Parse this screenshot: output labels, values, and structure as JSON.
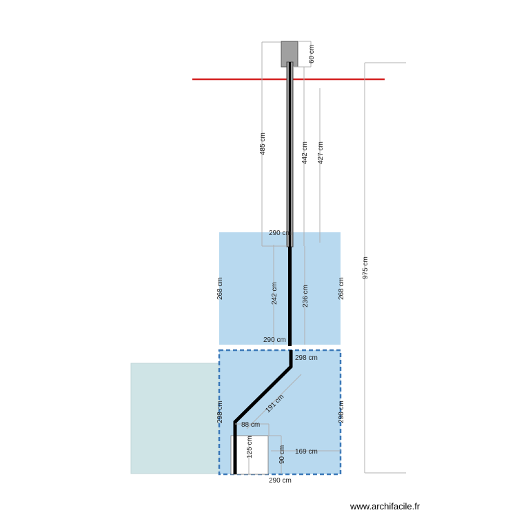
{
  "plan": {
    "colors": {
      "room_blue": "#b8d9ef",
      "room_teal": "#cfe4e6",
      "dashed_border": "#3a78b8",
      "red_line": "#d42020",
      "pipe": "#000000",
      "box": "#a0a0a0"
    },
    "dimensions": {
      "d60": "60 cm",
      "d485": "485 cm",
      "d442": "442 cm",
      "d427": "427 cm",
      "d975": "975 cm",
      "d290_top": "290 cm",
      "d268_left": "268 cm",
      "d268_right": "268 cm",
      "d242": "242 cm",
      "d236": "236 cm",
      "d290_mid": "290 cm",
      "d298_mid": "298 cm",
      "d298_left": "298 cm",
      "d298_right": "298 cm",
      "d191": "191 cm",
      "d88": "88 cm",
      "d125": "125 cm",
      "d90": "90 cm",
      "d169": "169 cm",
      "d290_bottom": "290 cm"
    }
  },
  "footer": {
    "site": "www.archifacile.fr"
  }
}
